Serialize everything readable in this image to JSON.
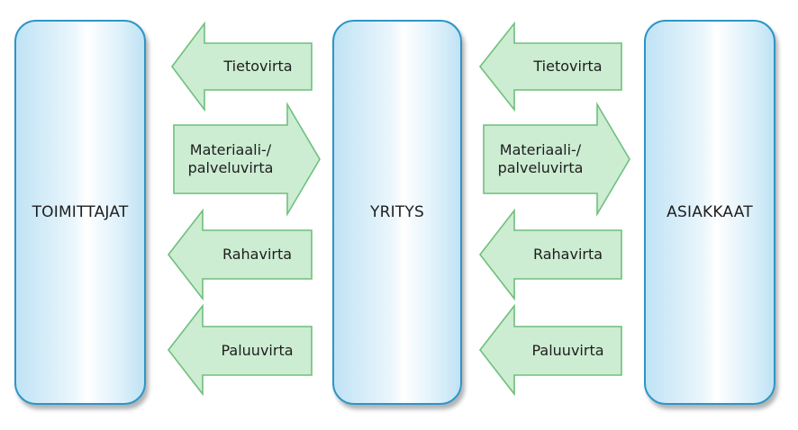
{
  "entities": {
    "left": "TOIMITTAJAT",
    "middle": "YRITYS",
    "right": "ASIAKKAAT"
  },
  "flows": {
    "information": "Tietovirta",
    "material": "Materiaali-/\npalveluvirta",
    "money": "Rahavirta",
    "return": "Paluuvirta"
  },
  "colors": {
    "entity_border": "#2c96c8",
    "entity_fill": "#d8eef9",
    "arrow_fill": "#ccedd2",
    "arrow_border": "#6fbf7c"
  }
}
